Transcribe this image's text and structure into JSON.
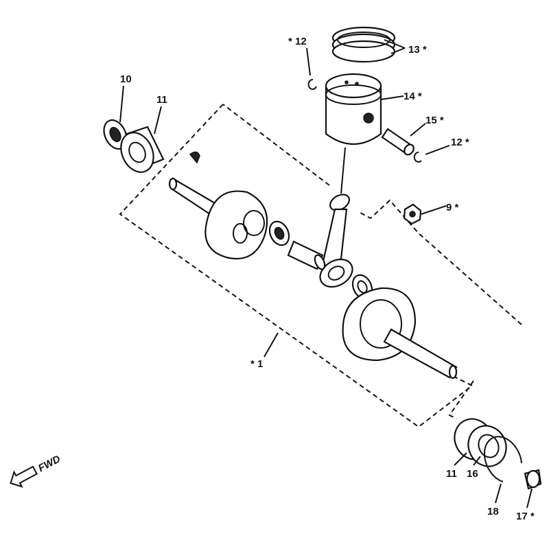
{
  "diagram": {
    "labels": {
      "p1": "* 1",
      "p9": "9 *",
      "p10": "10",
      "p11_top": "11",
      "p11_bottom": "11",
      "p12_top": "* 12",
      "p12_right": "12 *",
      "p13": "13 *",
      "p14": "14 *",
      "p15": "15 *",
      "p16": "16",
      "p17": "17 *",
      "p18": "18"
    },
    "fwd": "FWD"
  }
}
